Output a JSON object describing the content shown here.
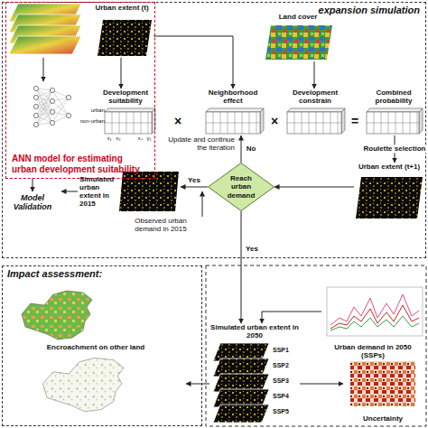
{
  "diagram": {
    "nodes": [
      {
        "text": [
          "expansion simulation"
        ]
      },
      {
        "text": [
          "ANN model for estimating urban development suitability"
        ],
        "in": 0
      },
      {
        "text": [
          "Urban extent (t)"
        ],
        "in": 1
      },
      {
        "text": [
          "Land cover"
        ],
        "in": 0
      },
      {
        "text": [
          "Development suitability"
        ],
        "in": 1
      },
      {
        "text": [
          "Neighborhood effect"
        ],
        "in": 0
      },
      {
        "text": [
          "Development constrain"
        ],
        "in": 0
      },
      {
        "text": [
          "Combined probability"
        ],
        "in": 0
      },
      {
        "text": [
          "Urban extent (t+1)"
        ],
        "in": 0
      },
      {
        "text": [
          "Reach urban demand"
        ],
        "in": 0
      },
      {
        "text": [
          "Simulated urban extent in 2015"
        ],
        "in": 0
      },
      {
        "text": [
          "Impact assessment:"
        ]
      },
      {
        "text": [
          "Encroachment on other land"
        ],
        "in": 11
      },
      {
        "text": [
          "Urban demand in 2050 (SSPs)"
        ]
      },
      {
        "text": [
          "Simulated urban extent in 2050"
        ]
      },
      {
        "text": [
          "Uncertainty"
        ]
      }
    ],
    "edges": [
      {
        "from": 2,
        "to": 4,
        "arrow": "to"
      },
      {
        "from": 2,
        "to": 5,
        "arrow": "to"
      },
      {
        "from": 3,
        "to": 6,
        "arrow": "to"
      },
      {
        "from": 7,
        "to": 8,
        "label": "Roulette selection",
        "arrow": "to"
      },
      {
        "from": 8,
        "to": 9,
        "arrow": "to"
      },
      {
        "from": 9,
        "to": 5,
        "label": "No",
        "arrow": "to"
      },
      {
        "from": 9,
        "to": 10,
        "label": "Yes",
        "arrow": "to"
      },
      {
        "from": 9,
        "to": 14,
        "label": "Yes",
        "arrow": "to"
      },
      {
        "from": 13,
        "to": 14,
        "arrow": "to"
      },
      {
        "from": 14,
        "to": 15,
        "arrow": "to"
      },
      {
        "from": 14,
        "to": 12,
        "arrow": "to"
      }
    ],
    "labels": [
      "Update and continue the iteration",
      "Model Validation",
      "Observed urban demand in 2015",
      "urban",
      "non-urban",
      "x₁",
      "x₂",
      "xₙ",
      "y₁",
      "×",
      "×",
      "=",
      "SSP1",
      "SSP2",
      "SSP3",
      "SSP4",
      "SSP5"
    ]
  }
}
